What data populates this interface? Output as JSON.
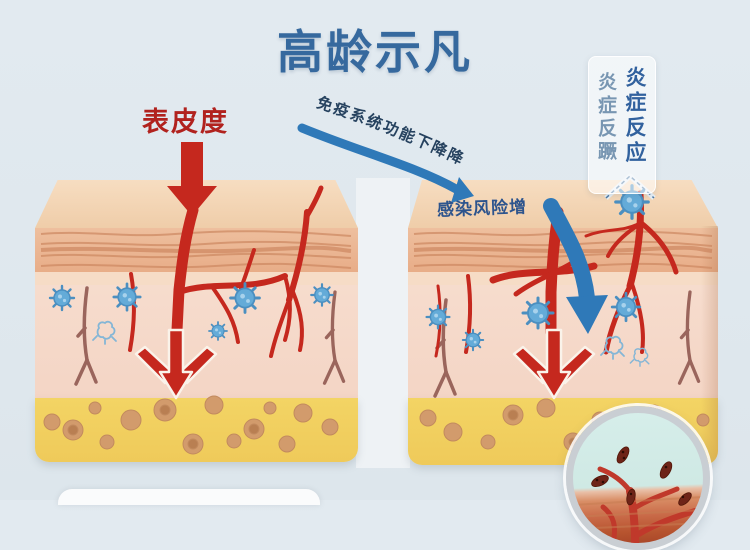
{
  "title": "高龄示凡",
  "left_diagram": {
    "label": "表皮度"
  },
  "transition": {
    "arrow_label": "免疫系统功能下降降"
  },
  "right_diagram": {
    "surface_label": "感染风险增",
    "inflammation_card": {
      "primary_text": "炎症反应",
      "secondary_text": "炎症反蹶"
    }
  },
  "colors": {
    "background_top": "#e2eaf0",
    "background_bottom": "#dde6ec",
    "title_blue": "#36699e",
    "label_red": "#b1221e",
    "navy_text": "#26425f",
    "infection_text": "#2d548d",
    "card_primary": "#31619e",
    "card_secondary": "#6b8cab",
    "arrow_blue": "#2f79b8",
    "vessel_red": "#c5281e",
    "follicle_brown": "#9a655c",
    "microbe_blue": "#64abd8",
    "skin_top": "#f2d5b7",
    "stripe_tone": "#e8ad88",
    "dermis_pink": "#f6dccd",
    "fat_yellow": "#f3d464",
    "fat_cell": "#d29b6c",
    "magnifier_teal": "#cfe9e4"
  }
}
